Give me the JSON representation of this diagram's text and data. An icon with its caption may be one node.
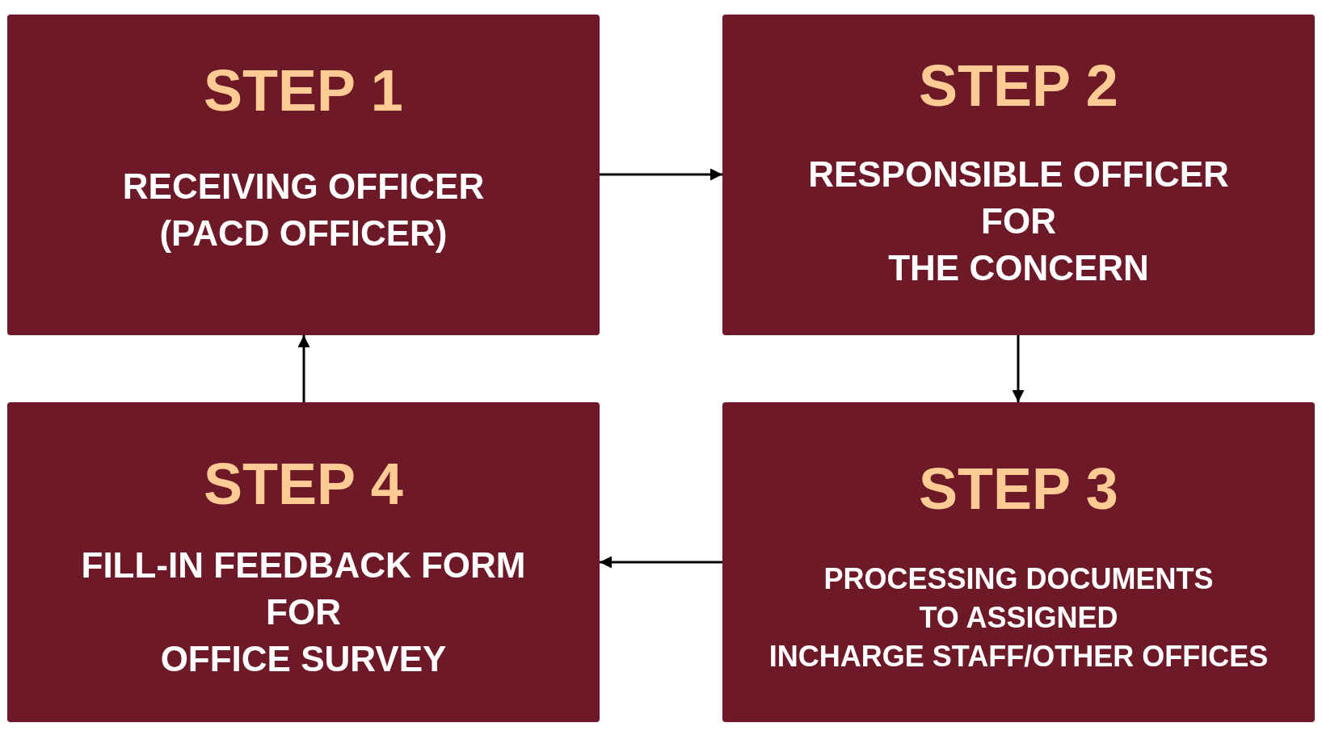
{
  "diagram": {
    "nodes": [
      {
        "text": [
          "STEP 1",
          "RECEIVING OFFICER (PACD OFFICER)"
        ]
      },
      {
        "text": [
          "STEP 2",
          "RESPONSIBLE OFFICER FOR THE CONCERN"
        ]
      },
      {
        "text": [
          "STEP 3",
          "PROCESSING DOCUMENTS TO ASSIGNED INCHARGE STAFF/OTHER OFFICES"
        ]
      },
      {
        "text": [
          "STEP 4",
          "FILL-IN FEEDBACK FORM FOR OFFICE SURVEY"
        ]
      }
    ],
    "edges": [
      {
        "from": 0,
        "to": 1,
        "arrow": "to"
      },
      {
        "from": 1,
        "to": 2,
        "arrow": "to"
      },
      {
        "from": 2,
        "to": 3,
        "arrow": "to"
      },
      {
        "from": 3,
        "to": 0,
        "arrow": "to"
      }
    ]
  }
}
